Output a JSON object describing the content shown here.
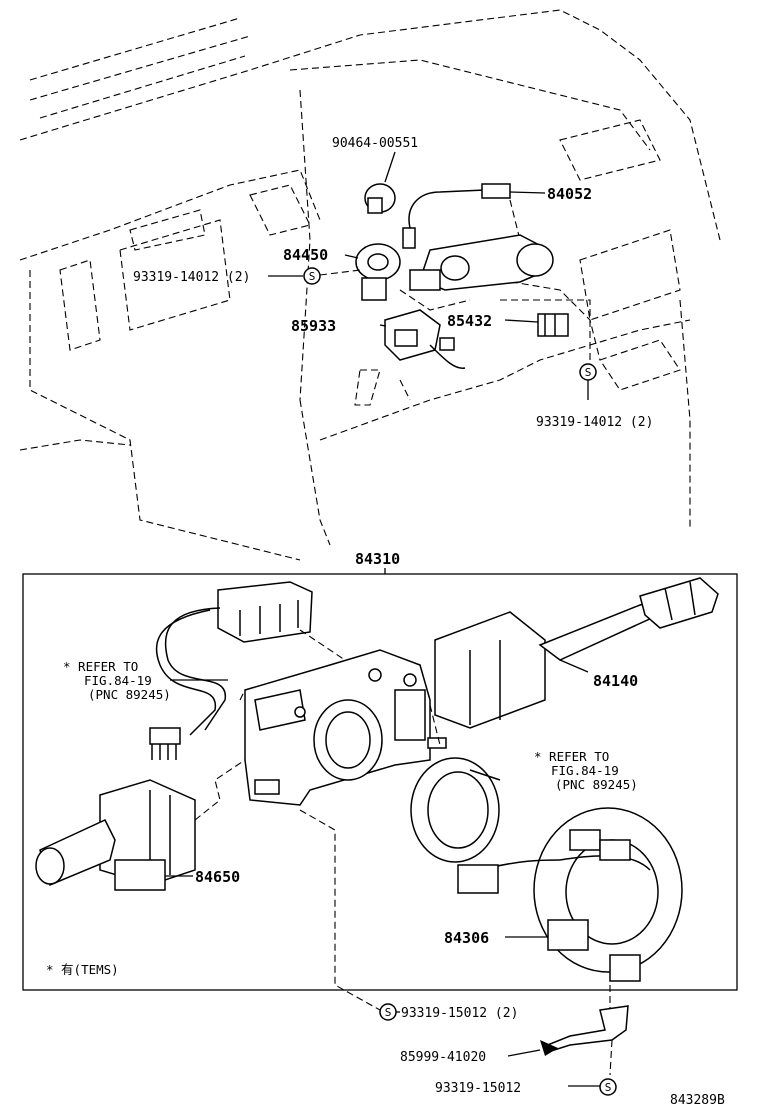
{
  "diagram_code": "843289B",
  "upper_parts": {
    "p90464": "90464-00551",
    "p84052": "84052",
    "p84450": "84450",
    "p93319_a": "93319-14012 (2)",
    "p85933": "85933",
    "p85432": "85432",
    "p93319_b": "93319-14012 (2)"
  },
  "assembly": {
    "p84310": "84310",
    "p84140": "84140",
    "p84650": "84650",
    "p84306": "84306"
  },
  "notes": {
    "refer_left": [
      "* REFER TO",
      "FIG.84-19",
      "(PNC 89245)"
    ],
    "refer_right": [
      "* REFER TO",
      "FIG.84-19",
      "(PNC 89245)"
    ],
    "legend": "* 有(TEMS)"
  },
  "bottom_parts": {
    "p93319_c": "93319-15012 (2)",
    "p85999": "85999-41020",
    "p93319_d": "93319-15012"
  },
  "symbols": {
    "screw_mark": "S"
  }
}
